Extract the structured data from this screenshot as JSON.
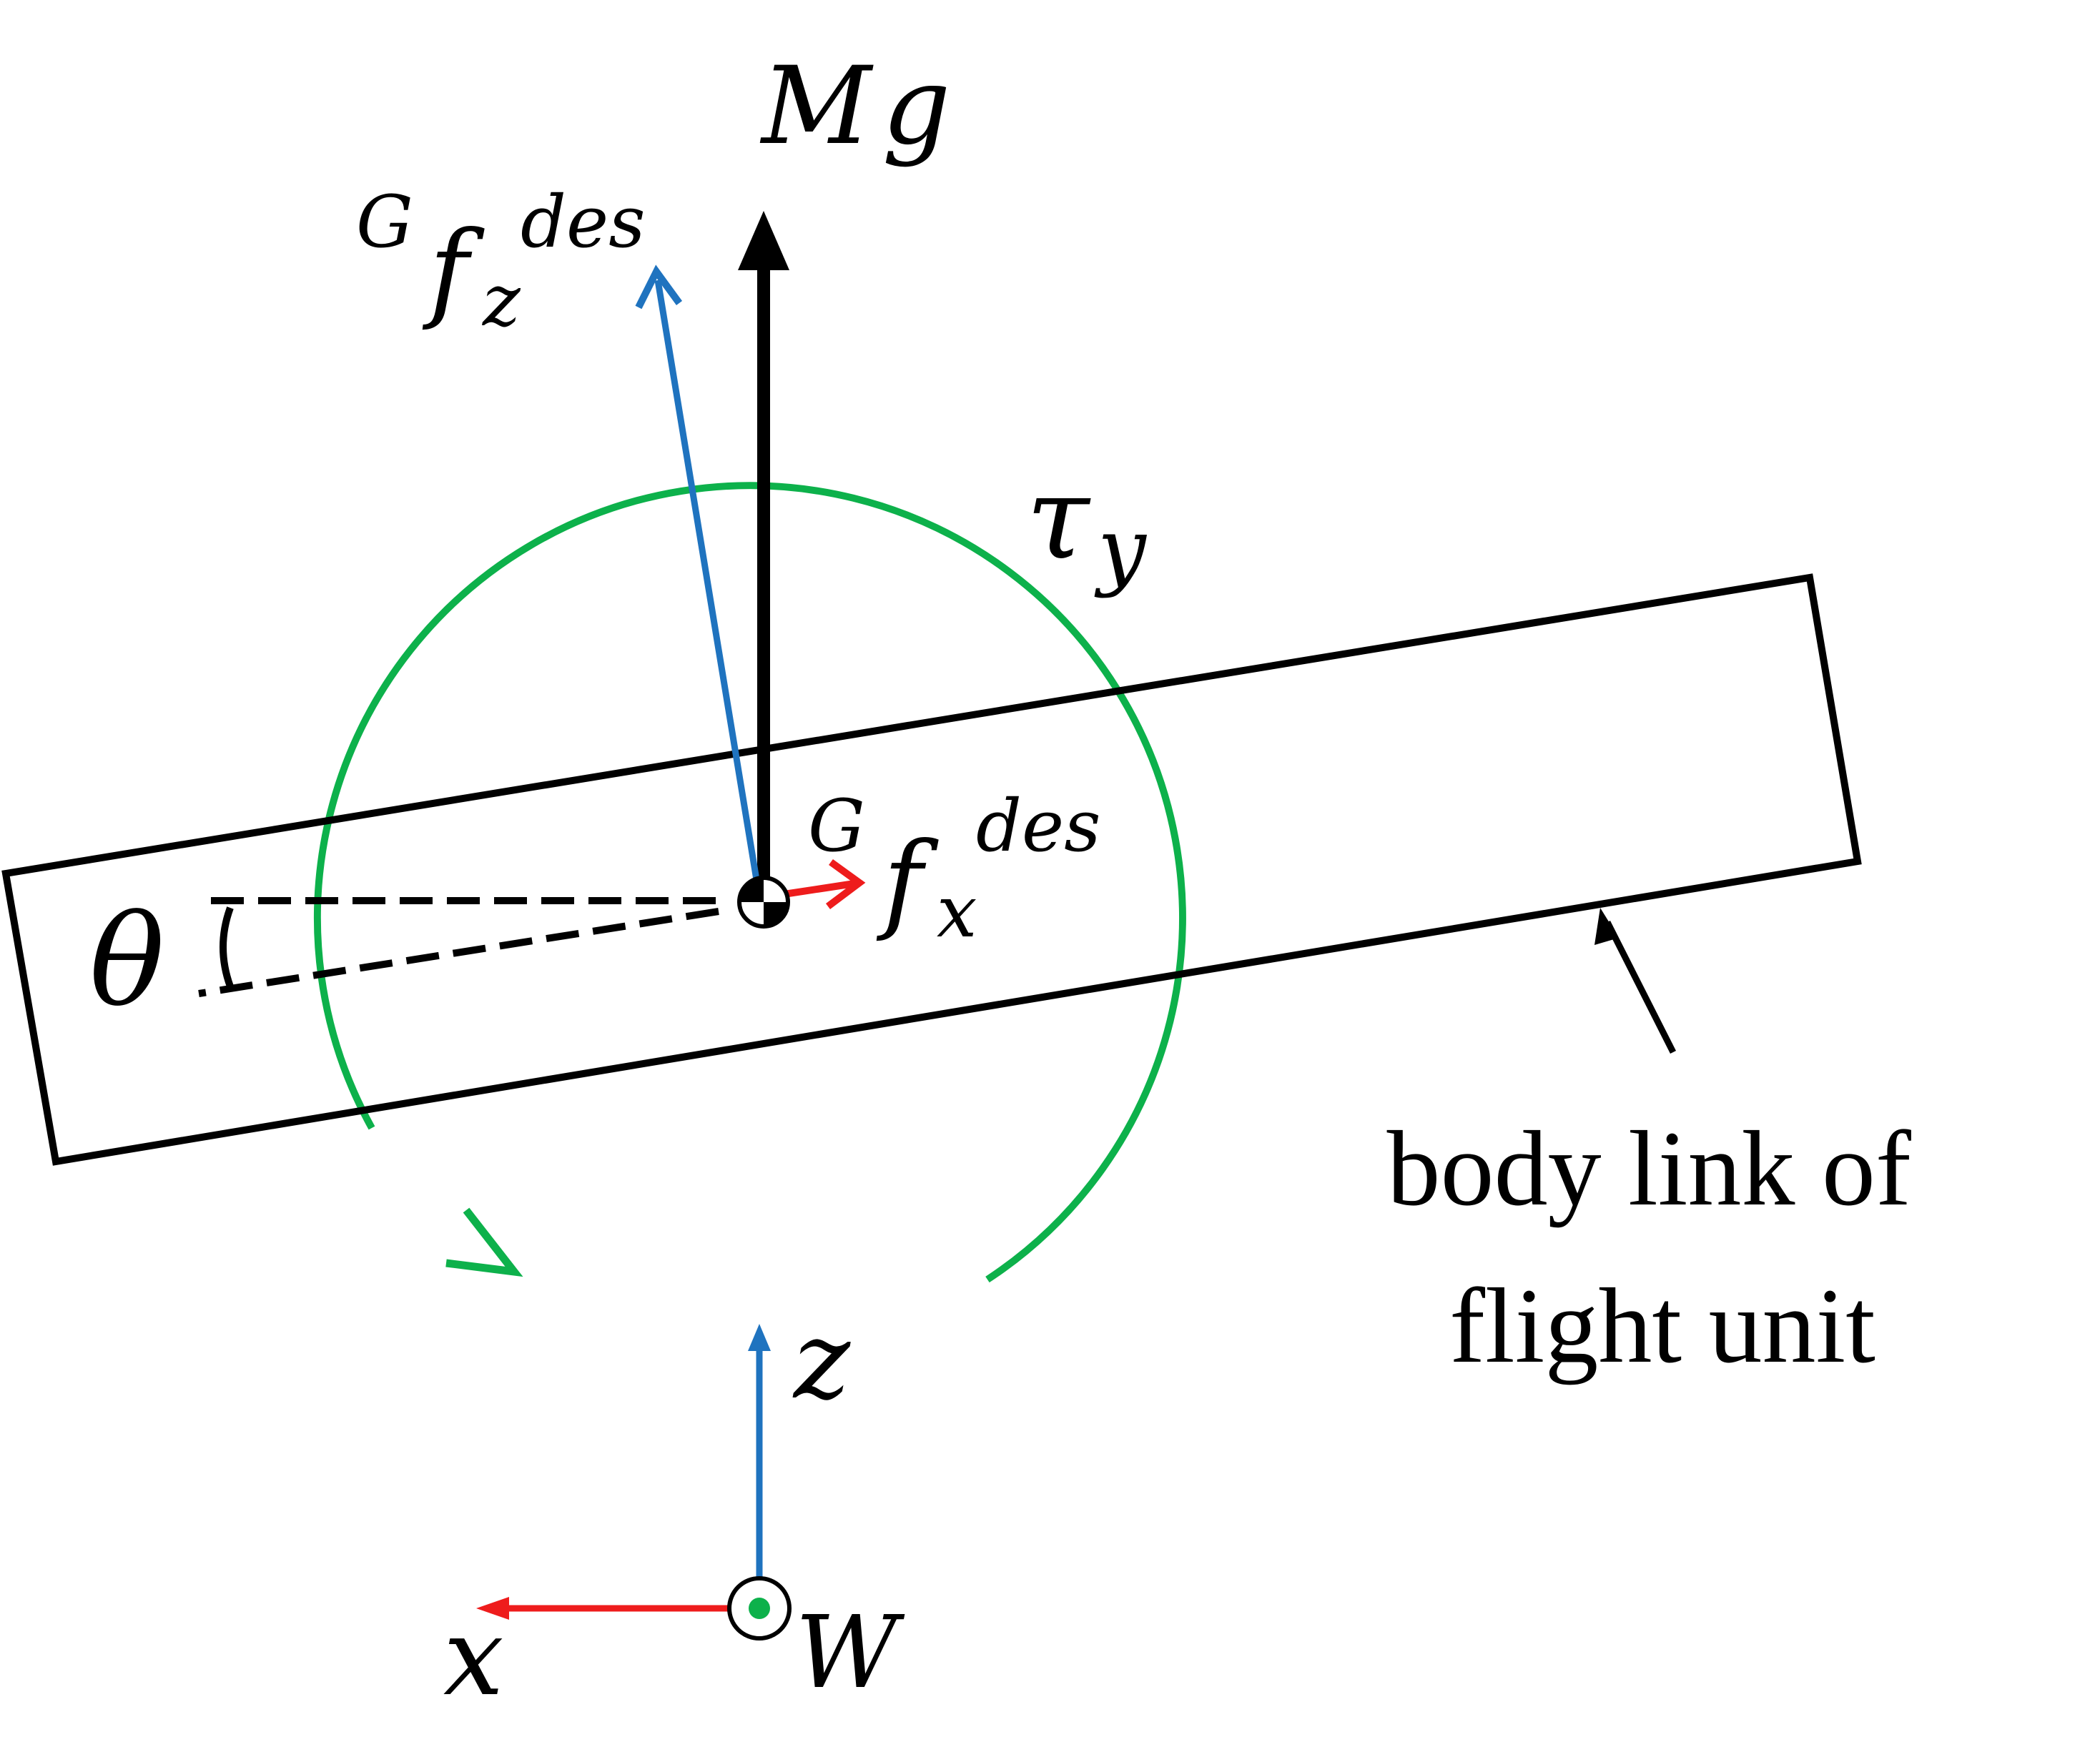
{
  "labels": {
    "gravity_M": "M",
    "gravity_g": "g",
    "fz_pre": "G",
    "fz_main": "f",
    "fz_sub": "z",
    "fz_sup": "des",
    "fx_pre": "G",
    "fx_main": "f",
    "fx_sub": "x",
    "fx_sup": "des",
    "tau_main": "τ",
    "tau_sub": "y",
    "theta": "θ",
    "axis_z": "z",
    "axis_x": "x",
    "world_frame": "W",
    "body_link_line1": "body link of",
    "body_link_line2": "flight unit"
  },
  "colors": {
    "black": "#000000",
    "blue": "#1f73bf",
    "red": "#ee1c1c",
    "green": "#0db14b"
  }
}
